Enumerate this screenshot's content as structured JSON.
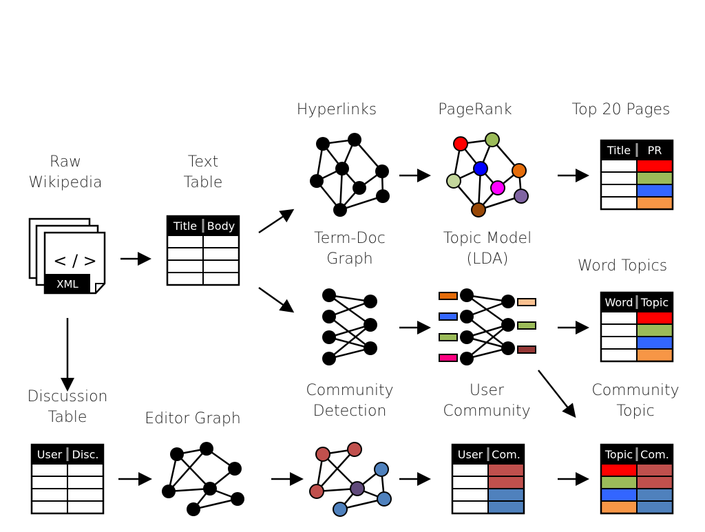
{
  "labels": {
    "raw_wikipedia": [
      "Raw",
      "Wikipedia"
    ],
    "text_table": [
      "Text",
      "Table"
    ],
    "hyperlinks": "Hyperlinks",
    "pagerank": "PageRank",
    "top20": "Top 20 Pages",
    "termdoc": [
      "Term-Doc",
      "Graph"
    ],
    "topic_model": [
      "Topic Model",
      "(LDA)"
    ],
    "word_topics": "Word Topics",
    "discussion_table": [
      "Discussion",
      "Table"
    ],
    "editor_graph": "Editor Graph",
    "community_detection": [
      "Community",
      "Detection"
    ],
    "user_community": [
      "User",
      "Community"
    ],
    "community_topic": [
      "Community",
      "Topic"
    ]
  },
  "doc_icon": {
    "code": "< / >",
    "badge": "XML"
  },
  "tables": {
    "text": [
      "Title",
      "Body"
    ],
    "top20": [
      "Title",
      "PR"
    ],
    "word_topics": [
      "Word",
      "Topic"
    ],
    "discussion": [
      "User",
      "Disc."
    ],
    "user_community": [
      "User",
      "Com."
    ],
    "community_topic": [
      "Topic",
      "Com."
    ]
  },
  "colors": {
    "red": "#ff0000",
    "green": "#9bbb59",
    "blue": "#3366ff",
    "orange": "#f79646",
    "comm_red": "#c0504d",
    "comm_blue": "#4f81bd",
    "purple": "#604a7b",
    "magenta": "#ff00ff",
    "node_blue": "#0000ff",
    "pr_lightgreen": "#c3d69b",
    "pr_lilac": "#8064a2",
    "pr_brown": "#984807",
    "pr_orange": "#e46c0a",
    "tm_orange": "#e46c0a",
    "tm_blue": "#3366ff",
    "tm_green": "#9bbb59",
    "tm_pink": "#ff0080",
    "tm_lightorange": "#fac090",
    "tm_darkred": "#953735"
  }
}
